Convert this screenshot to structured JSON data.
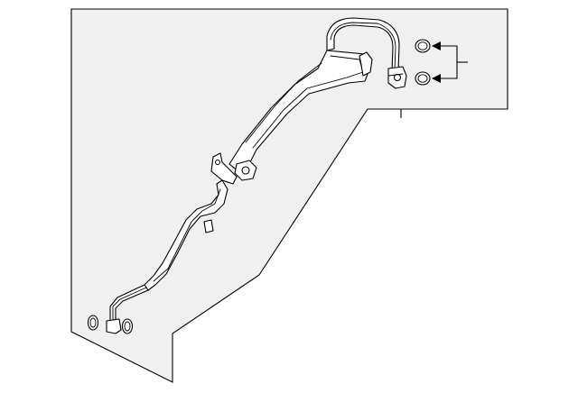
{
  "diagram": {
    "background_color": "#ffffff",
    "panel_color": "#f0f0f0",
    "line_color": "#000000",
    "parts": [
      {
        "name": "suction-hose-assembly",
        "icon": "ac-hose-line"
      },
      {
        "name": "upper-o-ring",
        "icon": "o-ring"
      },
      {
        "name": "lower-o-ring",
        "icon": "o-ring"
      },
      {
        "name": "end-o-ring-left",
        "icon": "o-ring"
      },
      {
        "name": "end-o-ring-right",
        "icon": "o-ring"
      }
    ]
  }
}
